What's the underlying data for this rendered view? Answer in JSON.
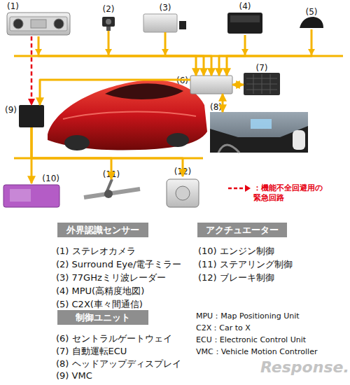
{
  "diagram": {
    "nodes": [
      {
        "text": [
          "(1)"
        ]
      },
      {
        "text": [
          "(2)"
        ]
      },
      {
        "text": [
          "(3)"
        ]
      },
      {
        "text": [
          "(4)"
        ]
      },
      {
        "text": [
          "(5)"
        ]
      },
      {
        "text": [
          "(6)"
        ]
      },
      {
        "text": [
          "(7)"
        ]
      },
      {
        "text": [
          "(8)"
        ]
      },
      {
        "text": [
          "(9)"
        ]
      },
      {
        "text": [
          "(10)"
        ]
      },
      {
        "text": [
          "(11)"
        ]
      },
      {
        "text": [
          "(12)"
        ]
      },
      {
        "text": [
          "外界認識センサー"
        ]
      },
      {
        "text": [
          "アクチュエーター"
        ]
      },
      {
        "text": [
          "制御ユニット"
        ]
      }
    ],
    "edges": [
      {
        "from": 0,
        "to": 5,
        "arrow": "to"
      },
      {
        "from": 1,
        "to": 5,
        "arrow": "to"
      },
      {
        "from": 2,
        "to": 5,
        "arrow": "to"
      },
      {
        "from": 3,
        "to": 5,
        "arrow": "to"
      },
      {
        "from": 4,
        "to": 5,
        "arrow": "to"
      },
      {
        "from": 0,
        "to": 8,
        "arrow": "to"
      },
      {
        "from": 5,
        "to": 6,
        "arrow": "both"
      },
      {
        "from": 5,
        "to": 7,
        "arrow": "both"
      },
      {
        "from": 5,
        "to": 8,
        "arrow": "to"
      },
      {
        "from": 8,
        "to": 9,
        "arrow": "to"
      },
      {
        "from": 8,
        "to": 10,
        "arrow": "to"
      },
      {
        "from": 8,
        "to": 11,
        "arrow": "to"
      }
    ],
    "labels": [
      "(1) ステレオカメラ",
      "(2) Surround Eye/電子ミラー",
      "(3) 77GHzミリ波レーダー",
      "(4) MPU(高精度地図)",
      "(5) C2X(車々間通信)",
      "(10) エンジン制御",
      "(11) ステアリング制御",
      "(12) ブレーキ制御",
      "(6) セントラルゲートウェイ",
      "(7) 自動運転ECU",
      "(8) ヘッドアップディスプレイ",
      "(9) VMC",
      "MPU：Map Positioning Unit",
      "C2X：Car to X",
      "ECU：Electronic Control Unit",
      "VMC：Vehicle Motion Controller",
      "Response."
    ],
    "legend": [
      {
        "text": "：機能不全回避用の緊急回路"
      }
    ]
  }
}
